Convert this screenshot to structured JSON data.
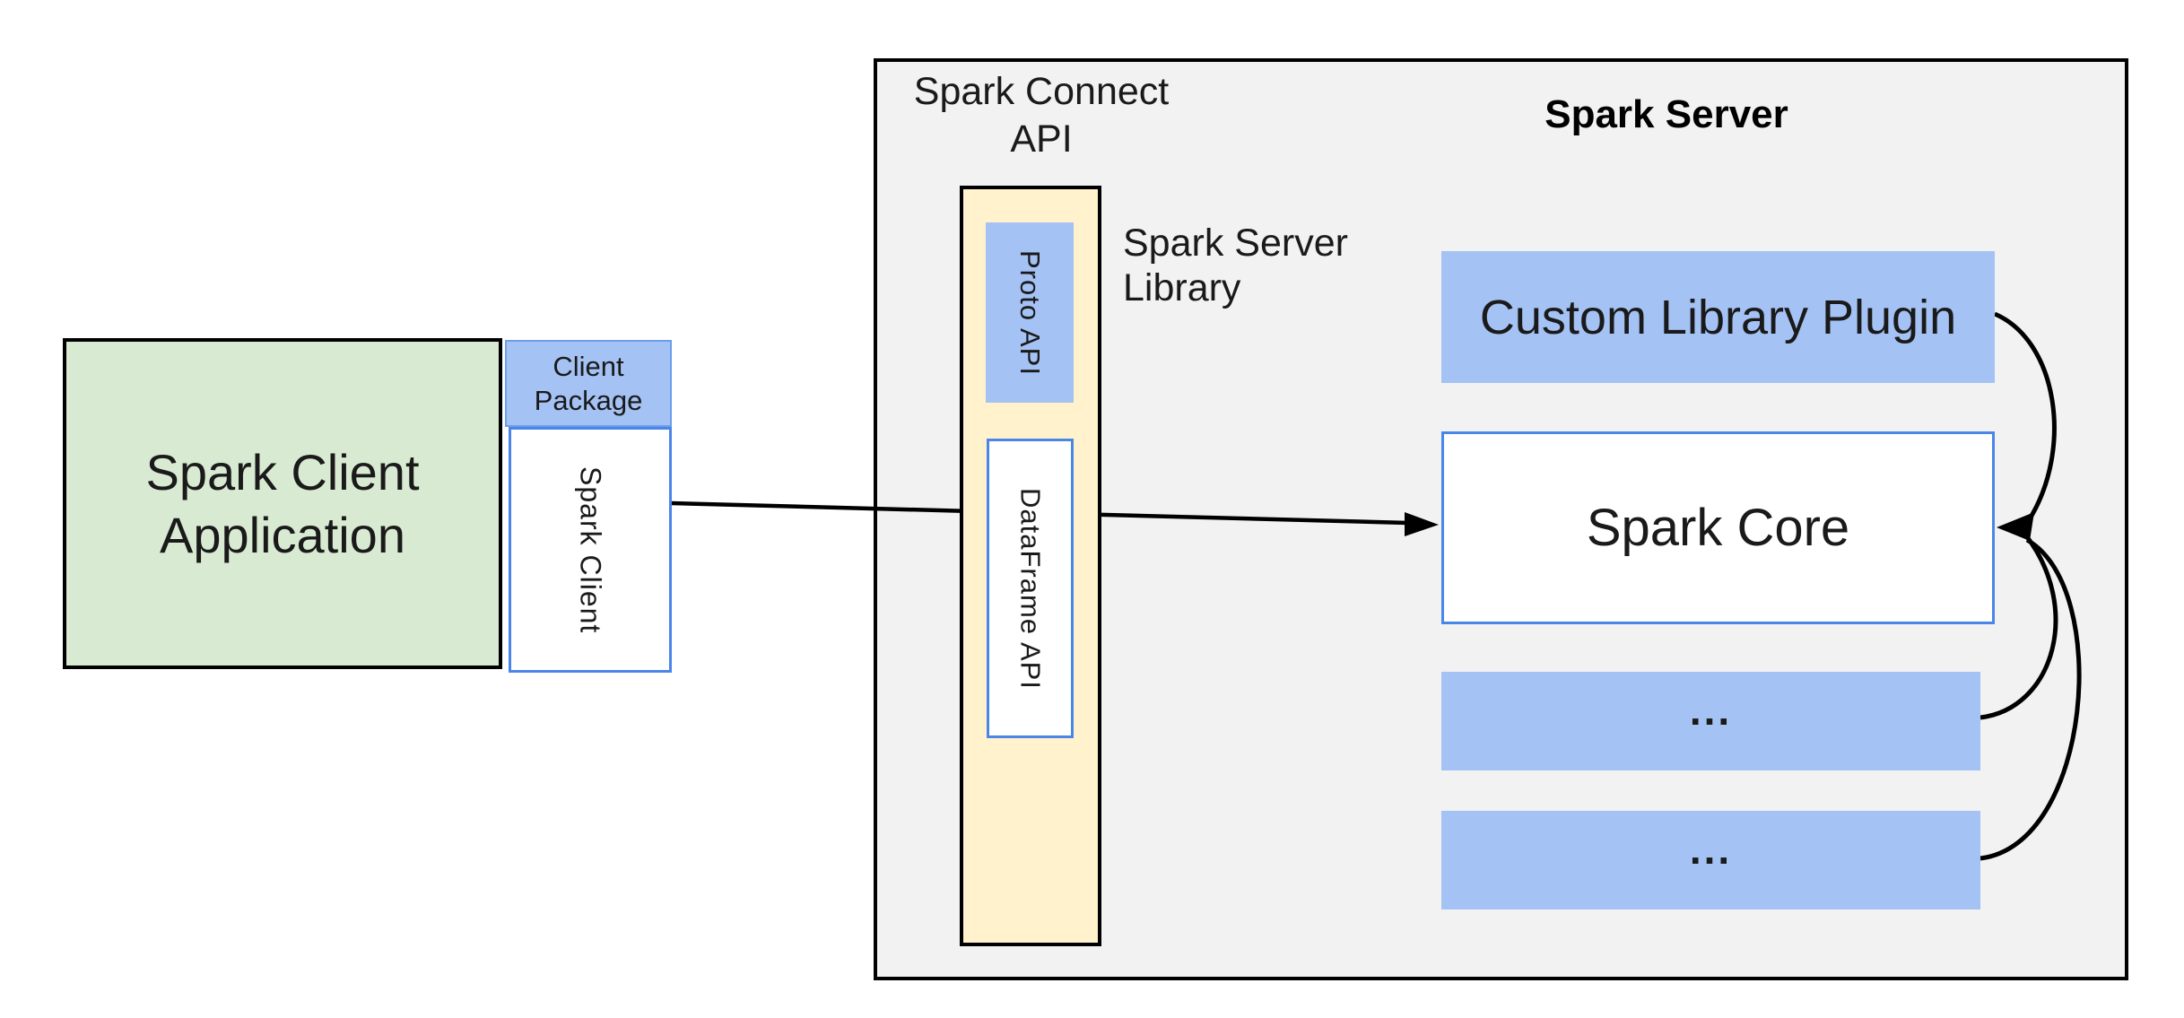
{
  "diagram": {
    "client_app": {
      "lines": [
        "Spark Client",
        "Application"
      ]
    },
    "client_package": {
      "lines": [
        "Client",
        "Package"
      ]
    },
    "spark_client": {
      "label": "Spark Client"
    },
    "connect_api_title": {
      "lines": [
        "Spark Connect",
        "API"
      ]
    },
    "proto_api": {
      "label": "Proto API"
    },
    "dataframe_api": {
      "label": "DataFrame API"
    },
    "server_library_label": {
      "lines": [
        "Spark Server",
        "Library"
      ]
    },
    "spark_server_title": {
      "label": "Spark Server"
    },
    "custom_library_plugin": {
      "label": "Custom Library Plugin"
    },
    "spark_core": {
      "label": "Spark Core"
    },
    "plugin_slot_1": {
      "label": "..."
    },
    "plugin_slot_2": {
      "label": "..."
    }
  },
  "colors": {
    "client_app_fill": "#d9ead3",
    "package_fill": "#a4c2f4",
    "api_column_fill": "#fff2cc",
    "server_fill": "#f2f2f2",
    "blue_border": "#4a86e8",
    "outline": "#000000",
    "text": "#1a1a1a"
  },
  "arrows": {
    "client_to_core": "straight arrow from Spark Client box through Spark Connect API into Spark Core",
    "plugin_to_core": "curved arrow from Custom Library Plugin into Spark Core",
    "slot1_to_core": "curved arrow from first plugin slot into Spark Core",
    "slot2_to_core": "curved arrow from second plugin slot into Spark Core"
  }
}
